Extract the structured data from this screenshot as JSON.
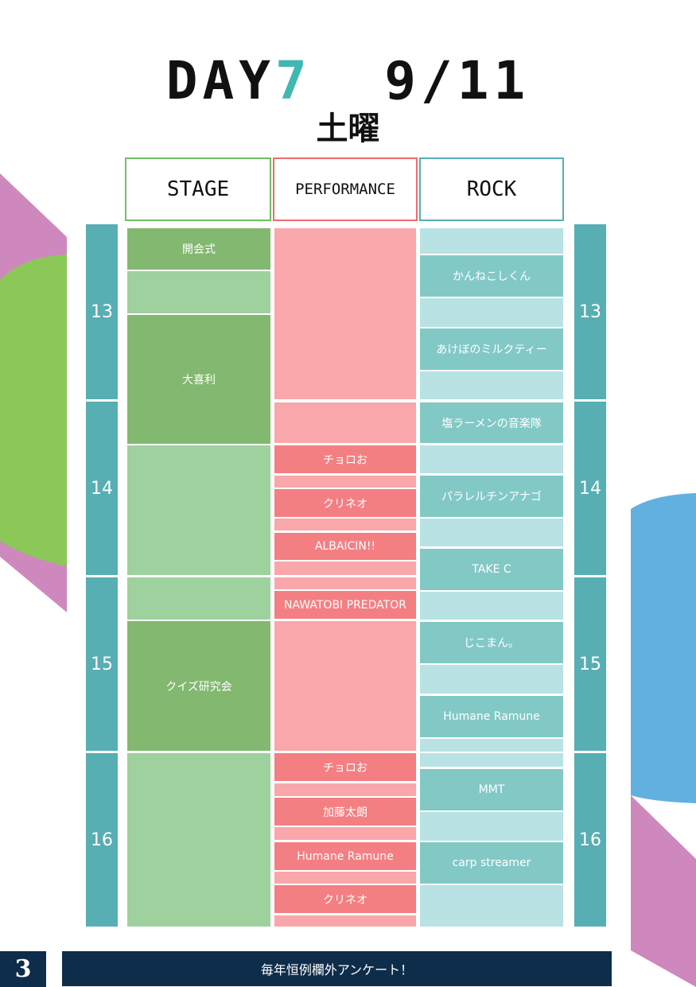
{
  "header": {
    "day_prefix": "DAY",
    "day_number": "7",
    "date": "9/11",
    "weekday": "土曜"
  },
  "columns": [
    {
      "label": "STAGE"
    },
    {
      "label": "PERFORMANCE"
    },
    {
      "label": "ROCK"
    }
  ],
  "hours": [
    "13",
    "14",
    "15",
    "16"
  ],
  "stage": {
    "opening": "開会式",
    "oogiri": "大喜利",
    "quiz": "クイズ研究会"
  },
  "performance": {
    "choroo_1": "チョロお",
    "kurineo_1": "クリネオ",
    "albaicin": "ALBAICIN!!",
    "nawatobi": "NAWATOBI PREDATOR",
    "choroo_2": "チョロお",
    "kato": "加藤太朗",
    "humane": "Humane Ramune",
    "kurineo_2": "クリネオ"
  },
  "rock": {
    "kanneko": "かんねこしくん",
    "akebono": "あけぼのミルクティー",
    "shio": "塩ラーメンの音楽隊",
    "parallel": "パラレルチンアナゴ",
    "takec": "TAKE C",
    "jikoman": "じこまん。",
    "humane": "Humane Ramune",
    "mmt": "MMT",
    "carp": "carp streamer"
  },
  "footer": {
    "page_number": "3",
    "note": "毎年恒例欄外アンケート！"
  },
  "colors": {
    "stage_border": "#6fbf62",
    "performance_border": "#f06a6e",
    "rock_border": "#57aeb3",
    "accent": "#3fb7b3",
    "footer": "#0e2d4a"
  }
}
